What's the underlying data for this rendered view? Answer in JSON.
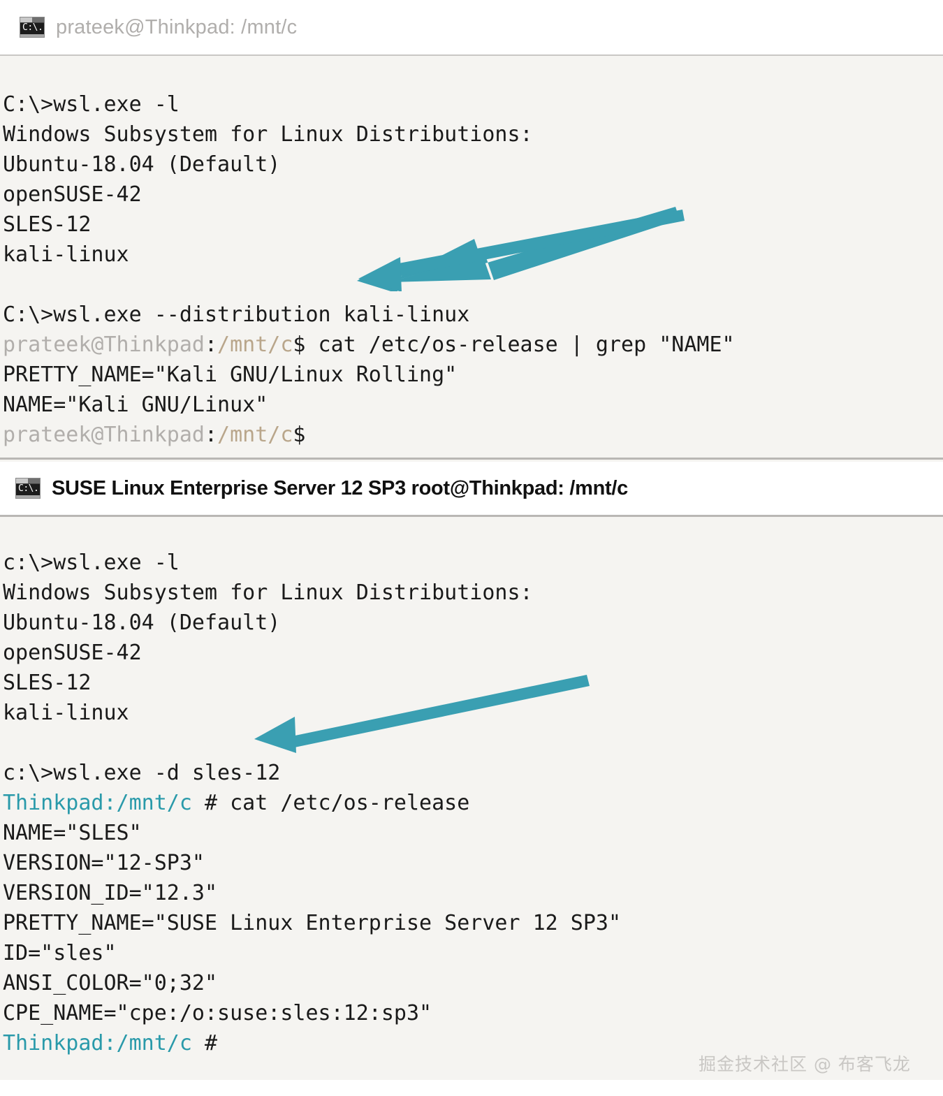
{
  "window1": {
    "icon": "console-icon",
    "title": "prateek@Thinkpad: /mnt/c",
    "lines": [
      {
        "segments": [
          {
            "text": "C:\\>wsl.exe -l",
            "color": "dark"
          }
        ]
      },
      {
        "segments": [
          {
            "text": "Windows Subsystem for Linux Distributions:",
            "color": "dark"
          }
        ]
      },
      {
        "segments": [
          {
            "text": "Ubuntu-18.04 (Default)",
            "color": "dark"
          }
        ]
      },
      {
        "segments": [
          {
            "text": "openSUSE-42",
            "color": "dark"
          }
        ]
      },
      {
        "segments": [
          {
            "text": "SLES-12",
            "color": "dark"
          }
        ]
      },
      {
        "segments": [
          {
            "text": "kali-linux",
            "color": "dark"
          }
        ]
      },
      {
        "segments": [
          {
            "text": "",
            "color": "dark"
          }
        ]
      },
      {
        "segments": [
          {
            "text": "C:\\>wsl.exe --distribution kali-linux",
            "color": "dark"
          }
        ]
      },
      {
        "segments": [
          {
            "text": "prateek@Thinkpad",
            "color": "grey"
          },
          {
            "text": ":",
            "color": "dark"
          },
          {
            "text": "/mnt/c",
            "color": "tan"
          },
          {
            "text": "$ cat /etc/os-release | grep \"NAME\"",
            "color": "dark"
          }
        ]
      },
      {
        "segments": [
          {
            "text": "PRETTY_NAME=\"Kali GNU/Linux Rolling\"",
            "color": "dark"
          }
        ]
      },
      {
        "segments": [
          {
            "text": "NAME=\"Kali GNU/Linux\"",
            "color": "dark"
          }
        ]
      },
      {
        "segments": [
          {
            "text": "prateek@Thinkpad",
            "color": "grey"
          },
          {
            "text": ":",
            "color": "dark"
          },
          {
            "text": "/mnt/c",
            "color": "tan"
          },
          {
            "text": "$",
            "color": "dark"
          }
        ]
      }
    ]
  },
  "window2": {
    "icon": "console-icon",
    "title": "SUSE Linux Enterprise Server 12 SP3  root@Thinkpad: /mnt/c",
    "lines": [
      {
        "segments": [
          {
            "text": "c:\\>wsl.exe -l",
            "color": "dark"
          }
        ]
      },
      {
        "segments": [
          {
            "text": "Windows Subsystem for Linux Distributions:",
            "color": "dark"
          }
        ]
      },
      {
        "segments": [
          {
            "text": "Ubuntu-18.04 (Default)",
            "color": "dark"
          }
        ]
      },
      {
        "segments": [
          {
            "text": "openSUSE-42",
            "color": "dark"
          }
        ]
      },
      {
        "segments": [
          {
            "text": "SLES-12",
            "color": "dark"
          }
        ]
      },
      {
        "segments": [
          {
            "text": "kali-linux",
            "color": "dark"
          }
        ]
      },
      {
        "segments": [
          {
            "text": "",
            "color": "dark"
          }
        ]
      },
      {
        "segments": [
          {
            "text": "c:\\>wsl.exe -d sles-12",
            "color": "dark"
          }
        ]
      },
      {
        "segments": [
          {
            "text": "Thinkpad:/mnt/c",
            "color": "teal"
          },
          {
            "text": " # cat /etc/os-release",
            "color": "dark"
          }
        ]
      },
      {
        "segments": [
          {
            "text": "NAME=\"SLES\"",
            "color": "dark"
          }
        ]
      },
      {
        "segments": [
          {
            "text": "VERSION=\"12-SP3\"",
            "color": "dark"
          }
        ]
      },
      {
        "segments": [
          {
            "text": "VERSION_ID=\"12.3\"",
            "color": "dark"
          }
        ]
      },
      {
        "segments": [
          {
            "text": "PRETTY_NAME=\"SUSE Linux Enterprise Server 12 SP3\"",
            "color": "dark"
          }
        ]
      },
      {
        "segments": [
          {
            "text": "ID=\"sles\"",
            "color": "dark"
          }
        ]
      },
      {
        "segments": [
          {
            "text": "ANSI_COLOR=\"0;32\"",
            "color": "dark"
          }
        ]
      },
      {
        "segments": [
          {
            "text": "CPE_NAME=\"cpe:/o:suse:sles:12:sp3\"",
            "color": "dark"
          }
        ]
      },
      {
        "segments": [
          {
            "text": "Thinkpad:/mnt/c",
            "color": "teal"
          },
          {
            "text": " #",
            "color": "dark"
          }
        ]
      }
    ]
  },
  "annotations": {
    "arrow_color": "#3a9fb2",
    "arrows": [
      {
        "name": "arrow-pointing-to-kali-linux"
      },
      {
        "name": "arrow-pointing-to-sles-12"
      }
    ]
  },
  "watermark": {
    "text": "掘金技术社区 @ 布客飞龙"
  },
  "colors": {
    "background": "#f5f4f1",
    "titlebar_background": "#ffffff",
    "text": "#1a1a1a",
    "prompt_user_grey": "#b1aeab",
    "prompt_path_tan": "#b9a68b",
    "prompt_teal": "#2a9aaa",
    "divider": "#c9c7c4"
  }
}
